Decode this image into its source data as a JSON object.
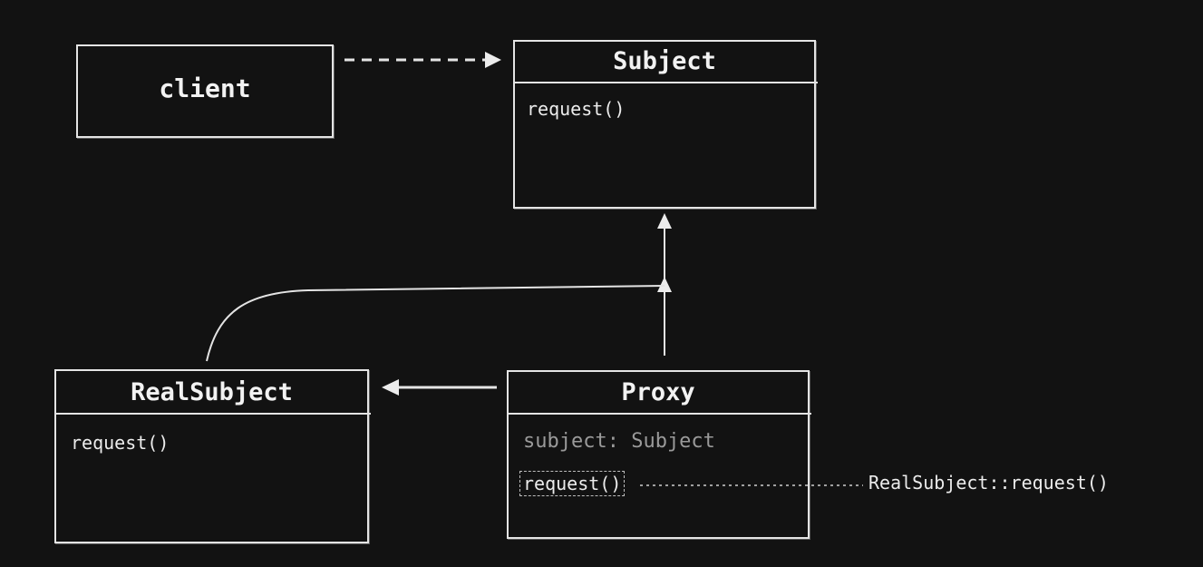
{
  "colors": {
    "background": "#121212",
    "stroke": "#e4e4e4",
    "text": "#ececec",
    "muted_text": "#9a9a9a"
  },
  "client": {
    "label": "client"
  },
  "subject": {
    "title": "Subject",
    "method": "request()"
  },
  "real_subject": {
    "title": "RealSubject",
    "method": "request()"
  },
  "proxy": {
    "title": "Proxy",
    "field": "subject: Subject",
    "method": "request()"
  },
  "note": {
    "text": "RealSubject::request()"
  }
}
